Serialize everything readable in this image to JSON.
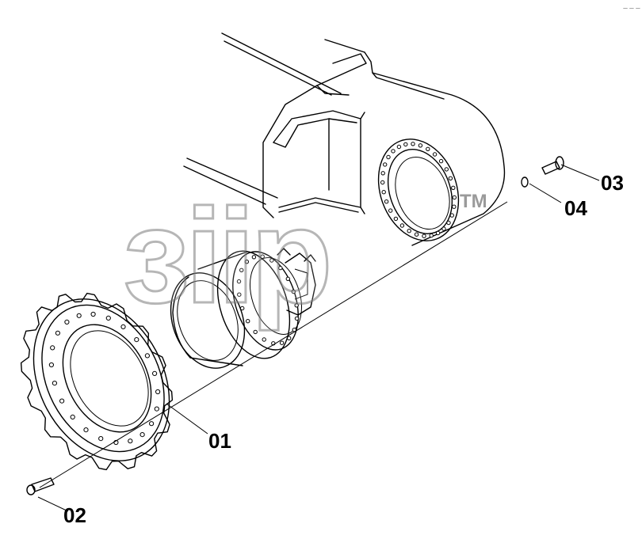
{
  "corner_text": "— — —",
  "watermark": {
    "text": "зіір",
    "trademark": "TM"
  },
  "callouts": [
    {
      "id": "01",
      "label": "01"
    },
    {
      "id": "02",
      "label": "02"
    },
    {
      "id": "03",
      "label": "03"
    },
    {
      "id": "04",
      "label": "04"
    }
  ],
  "parts": {
    "sprocket": "sprocket",
    "travel_motor": "travel-motor",
    "track_frame": "track-frame",
    "bolt": "bolt",
    "washer": "washer"
  }
}
